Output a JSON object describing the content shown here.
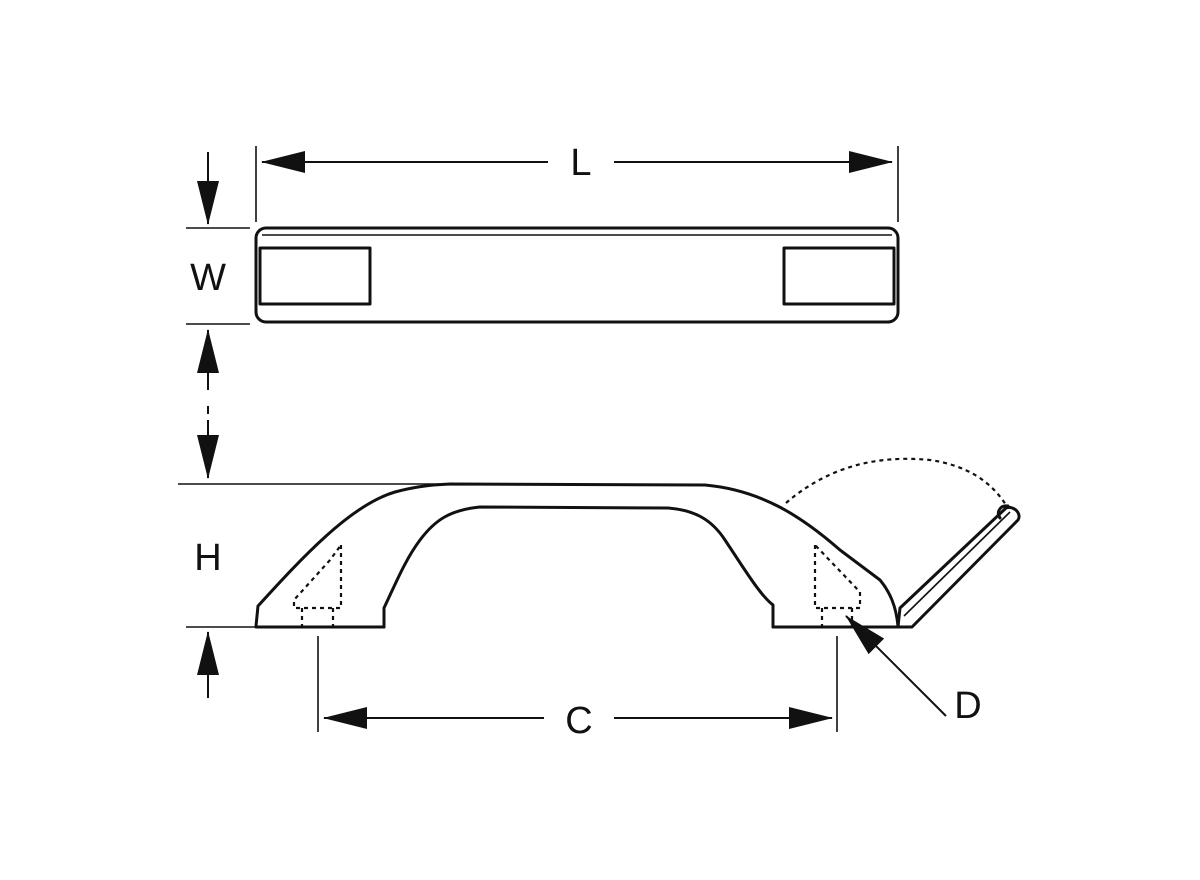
{
  "diagram": {
    "labels": {
      "length": "L",
      "width": "W",
      "height": "H",
      "center_distance": "C",
      "mounting_detail": "D"
    }
  }
}
